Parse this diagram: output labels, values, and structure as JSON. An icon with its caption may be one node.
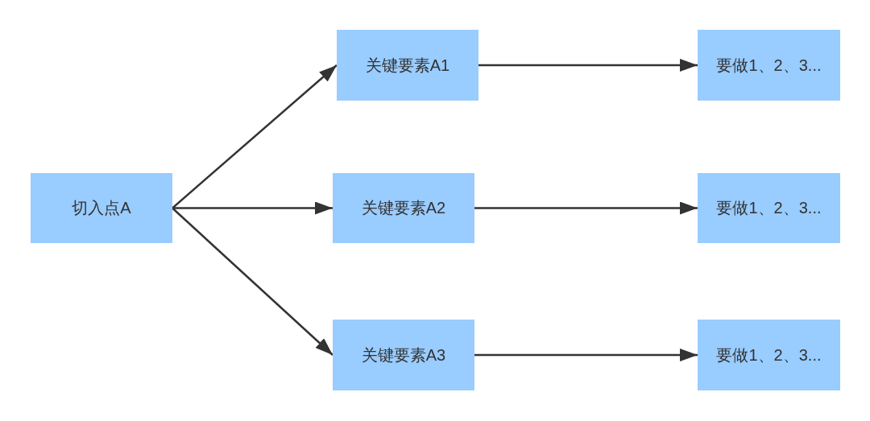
{
  "diagram": {
    "nodes": [
      {
        "text": [
          "切入点A"
        ]
      },
      {
        "text": [
          "关键要素A1"
        ]
      },
      {
        "text": [
          "关键要素A2"
        ]
      },
      {
        "text": [
          "关键要素A3"
        ]
      },
      {
        "text": [
          "要做1、2、3..."
        ]
      },
      {
        "text": [
          "要做1、2、3..."
        ]
      },
      {
        "text": [
          "要做1、2、3..."
        ]
      }
    ],
    "edges": [
      {
        "from": 0,
        "to": 1,
        "arrow": "to"
      },
      {
        "from": 0,
        "to": 2,
        "arrow": "to"
      },
      {
        "from": 0,
        "to": 3,
        "arrow": "to"
      },
      {
        "from": 1,
        "to": 4,
        "arrow": "to"
      },
      {
        "from": 2,
        "to": 5,
        "arrow": "to"
      },
      {
        "from": 3,
        "to": 6,
        "arrow": "to"
      }
    ]
  }
}
